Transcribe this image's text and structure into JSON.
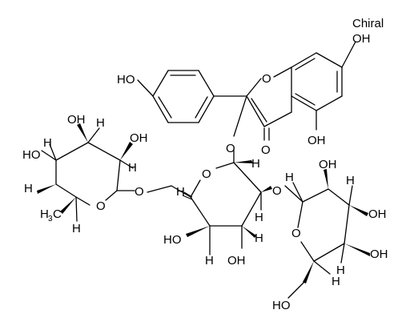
{
  "figure": {
    "chiral_flag": "Chiral"
  },
  "labels": {
    "oh": "OH",
    "ho": "HO",
    "o": "O",
    "h": "H",
    "h3c_main": "H",
    "h3c_sub": "3",
    "h3c_c": "C"
  }
}
